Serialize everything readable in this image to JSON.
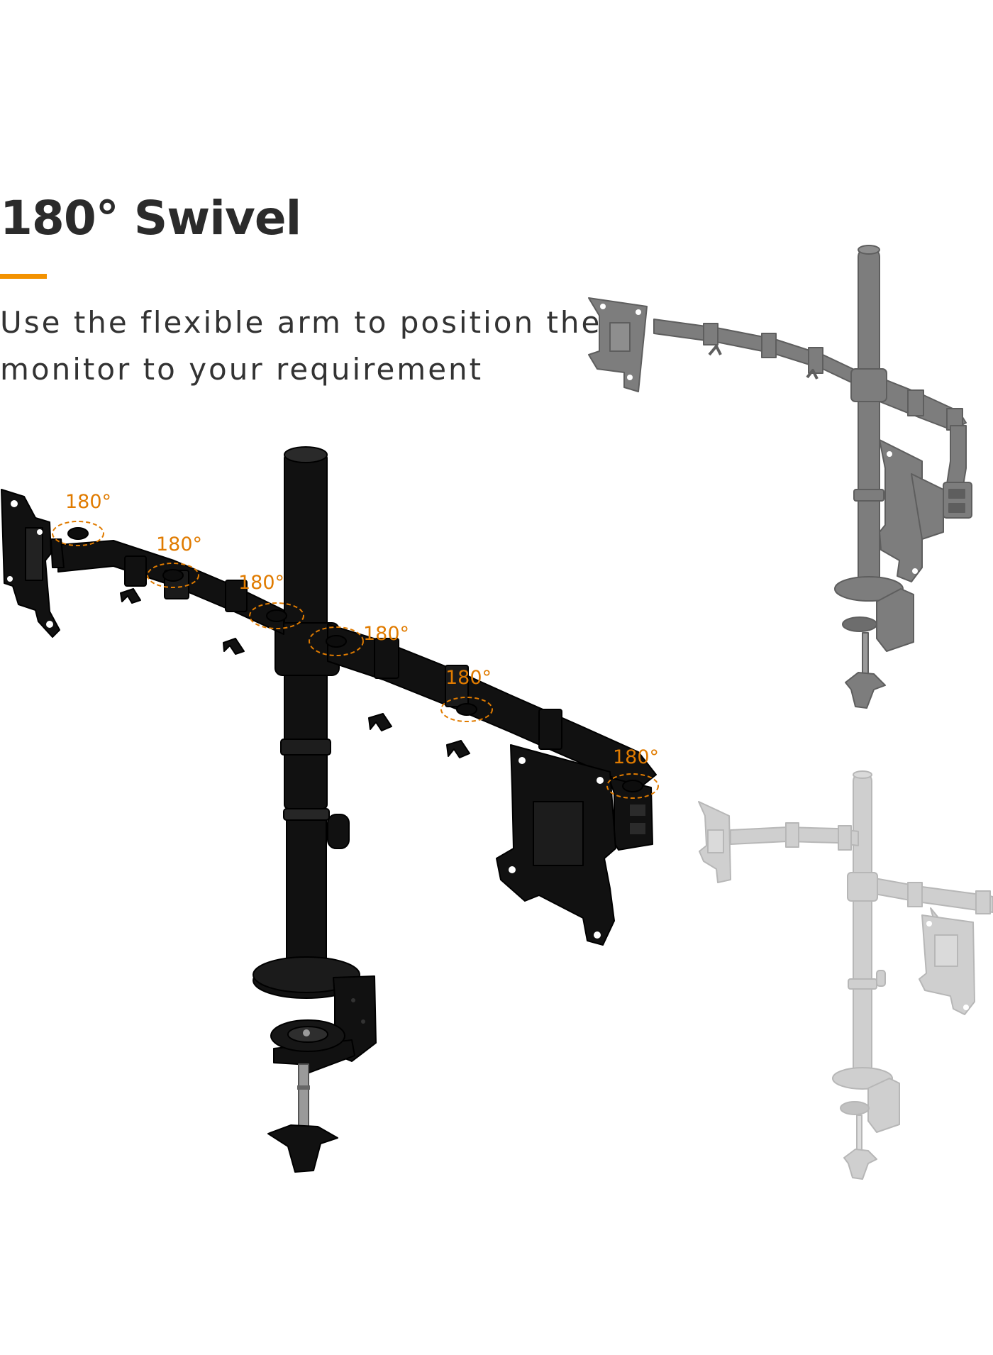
{
  "heading": {
    "title": "180° Swivel",
    "accent_color": "#f39200"
  },
  "description": {
    "line1": "Use the flexible arm to position the",
    "line2": "monitor to your requirement"
  },
  "swivel_labels": [
    "180°",
    "180°",
    "180°",
    "180°",
    "180°",
    "180°"
  ],
  "colors": {
    "mount_main": "#111111",
    "mount_ghost_top": "#7a7a7a",
    "mount_ghost_bottom": "#c8c8c8",
    "label_orange": "#e07b00"
  }
}
